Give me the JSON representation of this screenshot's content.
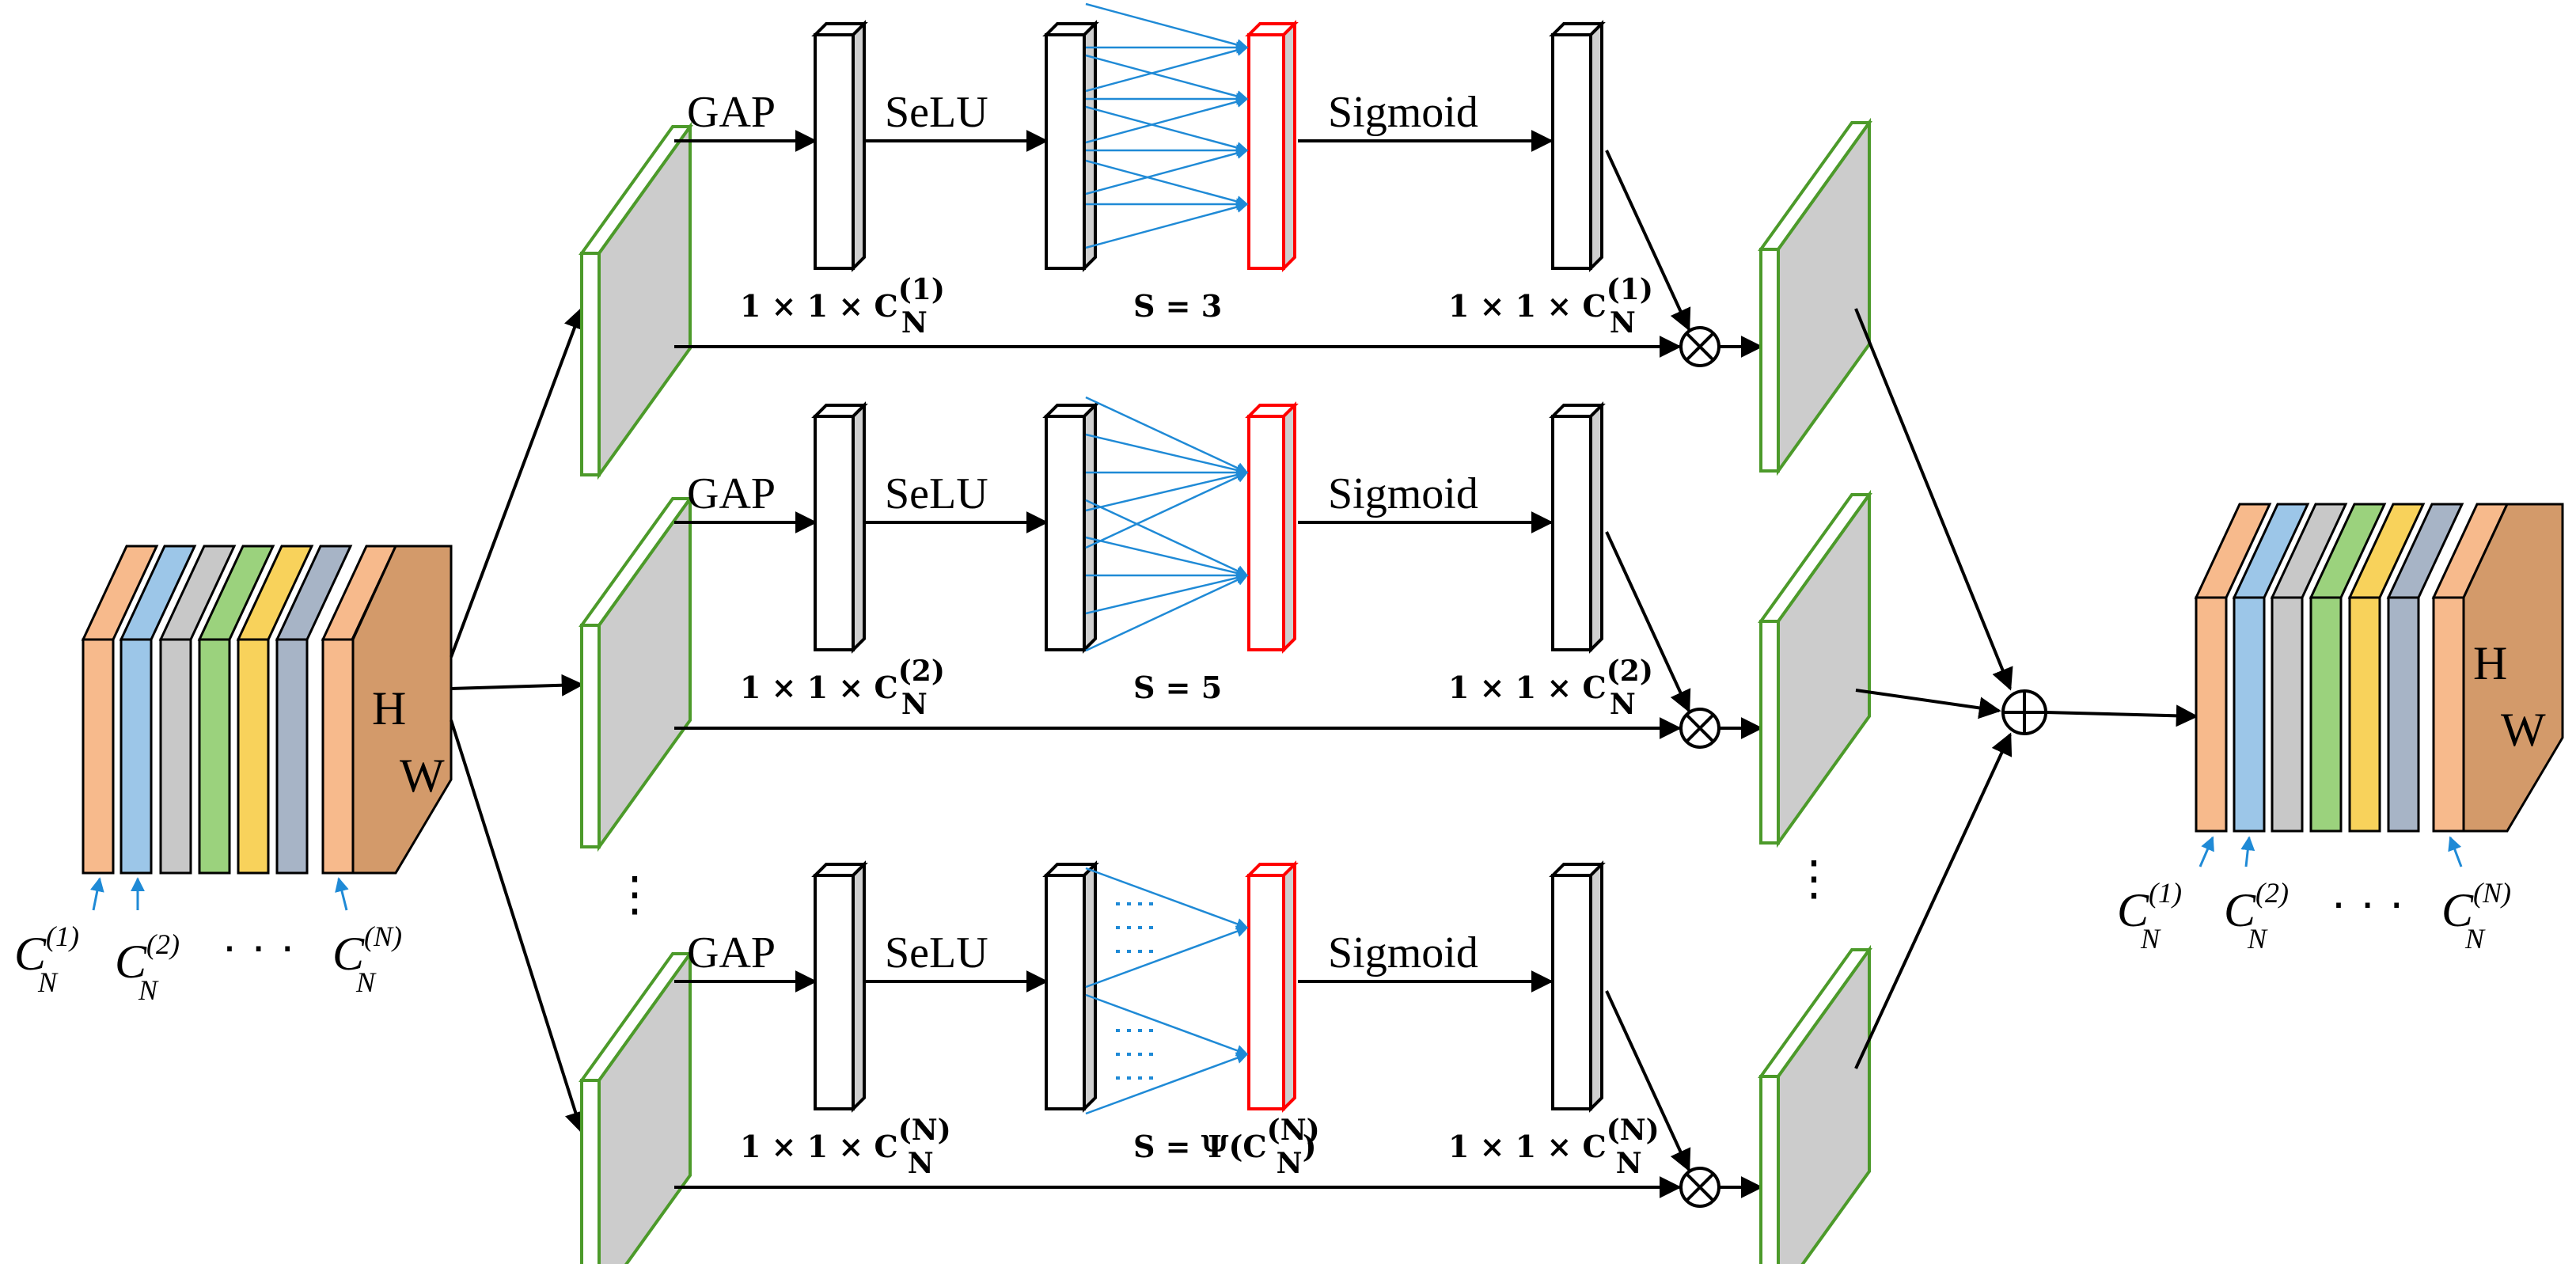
{
  "colors": {
    "feature_map_border": "#4c9a2a",
    "feature_map_fill": "#cccccc",
    "conv_vector_border": "#ff0000",
    "conv_lines": "#1f8ad6",
    "channel_orange": "#f7ba8c",
    "channel_blue": "#9cc6e8",
    "channel_gray": "#c8c8c8",
    "channel_green": "#9bd27d",
    "channel_yellow": "#f8d25b",
    "channel_slate": "#a7b4c6",
    "block_front": "#d39a6a"
  },
  "input_block": {
    "h": "H",
    "w": "W"
  },
  "output_block": {
    "h": "H",
    "w": "W"
  },
  "input_labels": {
    "c1": {
      "base": "C",
      "sub": "N",
      "sup": "(1)"
    },
    "c2": {
      "base": "C",
      "sub": "N",
      "sup": "(2)"
    },
    "cn": {
      "base": "C",
      "sub": "N",
      "sup": "(N)"
    },
    "dots": "· · ·"
  },
  "output_labels": {
    "c1": {
      "base": "C",
      "sub": "N",
      "sup": "(1)"
    },
    "c2": {
      "base": "C",
      "sub": "N",
      "sup": "(2)"
    },
    "cn": {
      "base": "C",
      "sub": "N",
      "sup": "(N)"
    },
    "dots": "· · ·"
  },
  "branches": [
    {
      "gap": "GAP",
      "selu": "SeLU",
      "sigmoid": "Sigmoid",
      "dim_in": {
        "pre": "1 × 1 × C",
        "sub": "N",
        "sup": "(1)"
      },
      "dim_out": {
        "pre": "1 × 1 × C",
        "sub": "N",
        "sup": "(1)"
      },
      "kernel": {
        "pre": "S = 3",
        "sub": "",
        "sup": "",
        "post": ""
      }
    },
    {
      "gap": "GAP",
      "selu": "SeLU",
      "sigmoid": "Sigmoid",
      "dim_in": {
        "pre": "1 × 1 × C",
        "sub": "N",
        "sup": "(2)"
      },
      "dim_out": {
        "pre": "1 × 1 × C",
        "sub": "N",
        "sup": "(2)"
      },
      "kernel": {
        "pre": "S = 5",
        "sub": "",
        "sup": "",
        "post": ""
      }
    },
    {
      "gap": "GAP",
      "selu": "SeLU",
      "sigmoid": "Sigmoid",
      "dim_in": {
        "pre": "1 × 1 × C",
        "sub": "N",
        "sup": "(N)"
      },
      "dim_out": {
        "pre": "1 × 1 × C",
        "sub": "N",
        "sup": "(N)"
      },
      "kernel": {
        "pre": "S = Ψ(C",
        "sub": "N",
        "sup": "(N)",
        "post": ")"
      }
    }
  ],
  "operators": {
    "multiply": "⊗",
    "add": "⊕"
  },
  "vertical_dots": "⋮"
}
